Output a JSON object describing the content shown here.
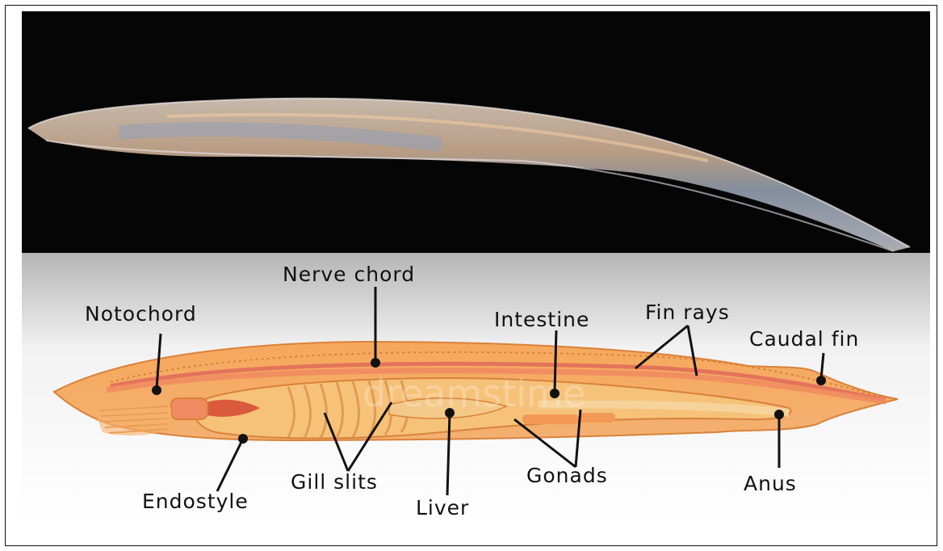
{
  "labels": {
    "nerve_chord": "Nerve chord",
    "notochord": "Notochord",
    "intestine": "Intestine",
    "fin_rays": "Fin rays",
    "caudal_fin": "Caudal fin",
    "endostyle": "Endostyle",
    "gill_slits": "Gill slits",
    "liver": "Liver",
    "gonads": "Gonads",
    "anus": "Anus"
  },
  "watermark": "dreamstime",
  "colors": {
    "body_fill": "#f4a45a",
    "body_outline": "#d9823a",
    "nerve_chord": "#e4735b",
    "notochord": "#f08a60",
    "gut": "#f6c27a",
    "pharynx": "#d95a3c",
    "photo_bg": "#050505"
  }
}
